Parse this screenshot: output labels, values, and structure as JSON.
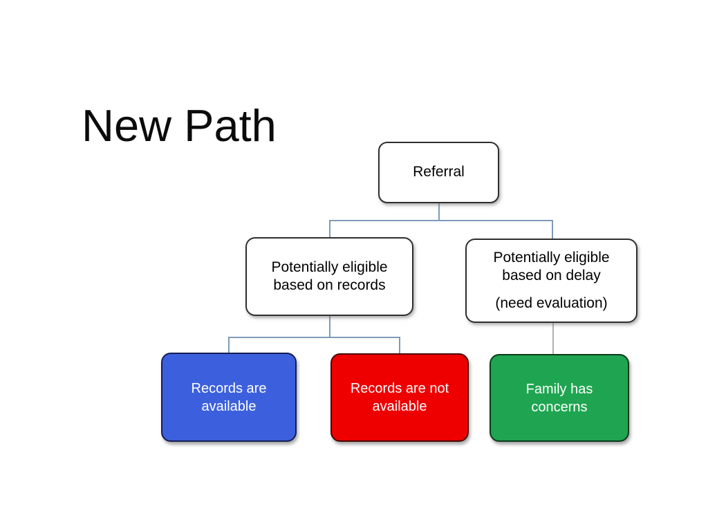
{
  "slide": {
    "title": "New Path"
  },
  "flowchart": {
    "root": {
      "label": "Referral"
    },
    "level2": {
      "records": {
        "label": "Potentially eligible\nbased on records"
      },
      "delay": {
        "label": "Potentially eligible\nbased on delay",
        "sublabel": "(need evaluation)"
      }
    },
    "level3": {
      "records_available": {
        "label": "Records are\navailable",
        "color": "#3c60dd"
      },
      "records_not_available": {
        "label": "Records are not\navailable",
        "color": "#ee0000"
      },
      "family_concerns": {
        "label": "Family has\nconcerns",
        "color": "#1fa551"
      }
    },
    "colors": {
      "connector": "#7e9ab8",
      "connector_gray": "#b3b0ae",
      "title_text": "#0b0b0b",
      "node_text_light": "#ffffff",
      "node_text_dark": "#000000",
      "slide_background": "#ffffff"
    }
  }
}
